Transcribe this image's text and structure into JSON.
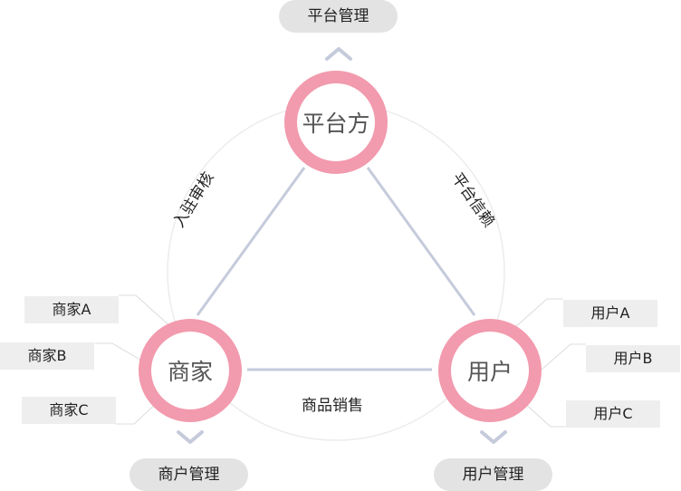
{
  "nodes": {
    "platform": "平台方",
    "merchant": "商家",
    "user": "用户"
  },
  "actions": {
    "platform_manage": "平台管理",
    "merchant_manage": "商户管理",
    "user_manage": "用户管理"
  },
  "edges": {
    "settle_review": "入驻审核",
    "platform_trust": "平台信赖",
    "goods_sales": "商品销售"
  },
  "merchants": [
    "商家A",
    "商家B",
    "商家C"
  ],
  "users": [
    "用户A",
    "用户B",
    "用户C"
  ],
  "colors": {
    "ring": "#f29aae",
    "line": "#c5cbdb",
    "pill": "#e3e3e3",
    "tag": "#eeeeee"
  }
}
